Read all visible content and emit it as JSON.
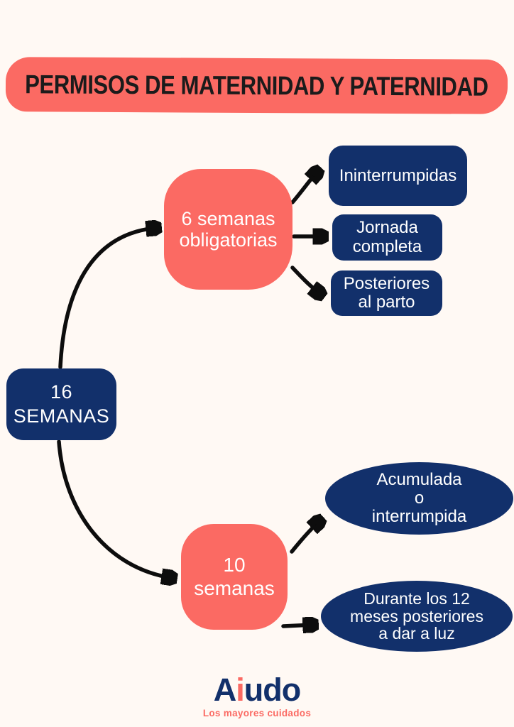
{
  "colors": {
    "coral": "#FB6A63",
    "navy": "#12306B",
    "bg": "#FFF9F4",
    "arrow": "#0D0D0D",
    "white": "#FFFFFF",
    "title-ink": "#1B1B1B"
  },
  "title": "PERMISOS DE MATERNIDAD Y PATERNIDAD",
  "root": {
    "lines": [
      "16",
      "SEMANAS"
    ]
  },
  "branch6": {
    "lines": [
      "6 semanas",
      "obligatorias"
    ]
  },
  "leaf_ininterrumpidas": {
    "lines": [
      "Ininterrumpidas"
    ]
  },
  "leaf_jornada": {
    "lines": [
      "Jornada",
      "completa"
    ]
  },
  "leaf_posteriores": {
    "lines": [
      "Posteriores",
      "al parto"
    ]
  },
  "branch10": {
    "lines": [
      "10",
      "semanas"
    ]
  },
  "leaf_acumulada": {
    "lines": [
      "Acumulada",
      "o",
      "interrumpida"
    ]
  },
  "leaf_durante": {
    "lines": [
      "Durante los 12",
      "meses posteriores",
      "a dar a luz"
    ]
  },
  "footer": {
    "brand_a": "A",
    "brand_i": "i",
    "brand_rest": "udo",
    "tagline": "Los mayores cuidados"
  }
}
